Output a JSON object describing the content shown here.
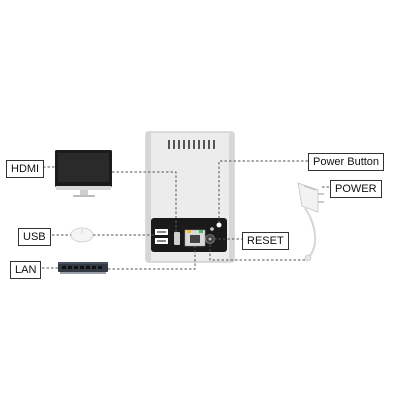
{
  "labels": {
    "hdmi": "HDMI",
    "usb": "USB",
    "lan": "LAN",
    "power_button": "Power Button",
    "power": "POWER",
    "reset": "RESET"
  },
  "colors": {
    "device_body": "#e9e9e9",
    "device_panel": "#1a1a1a",
    "line": "#555555",
    "port_yellow": "#f0c419",
    "port_green": "#3cbf5a"
  }
}
